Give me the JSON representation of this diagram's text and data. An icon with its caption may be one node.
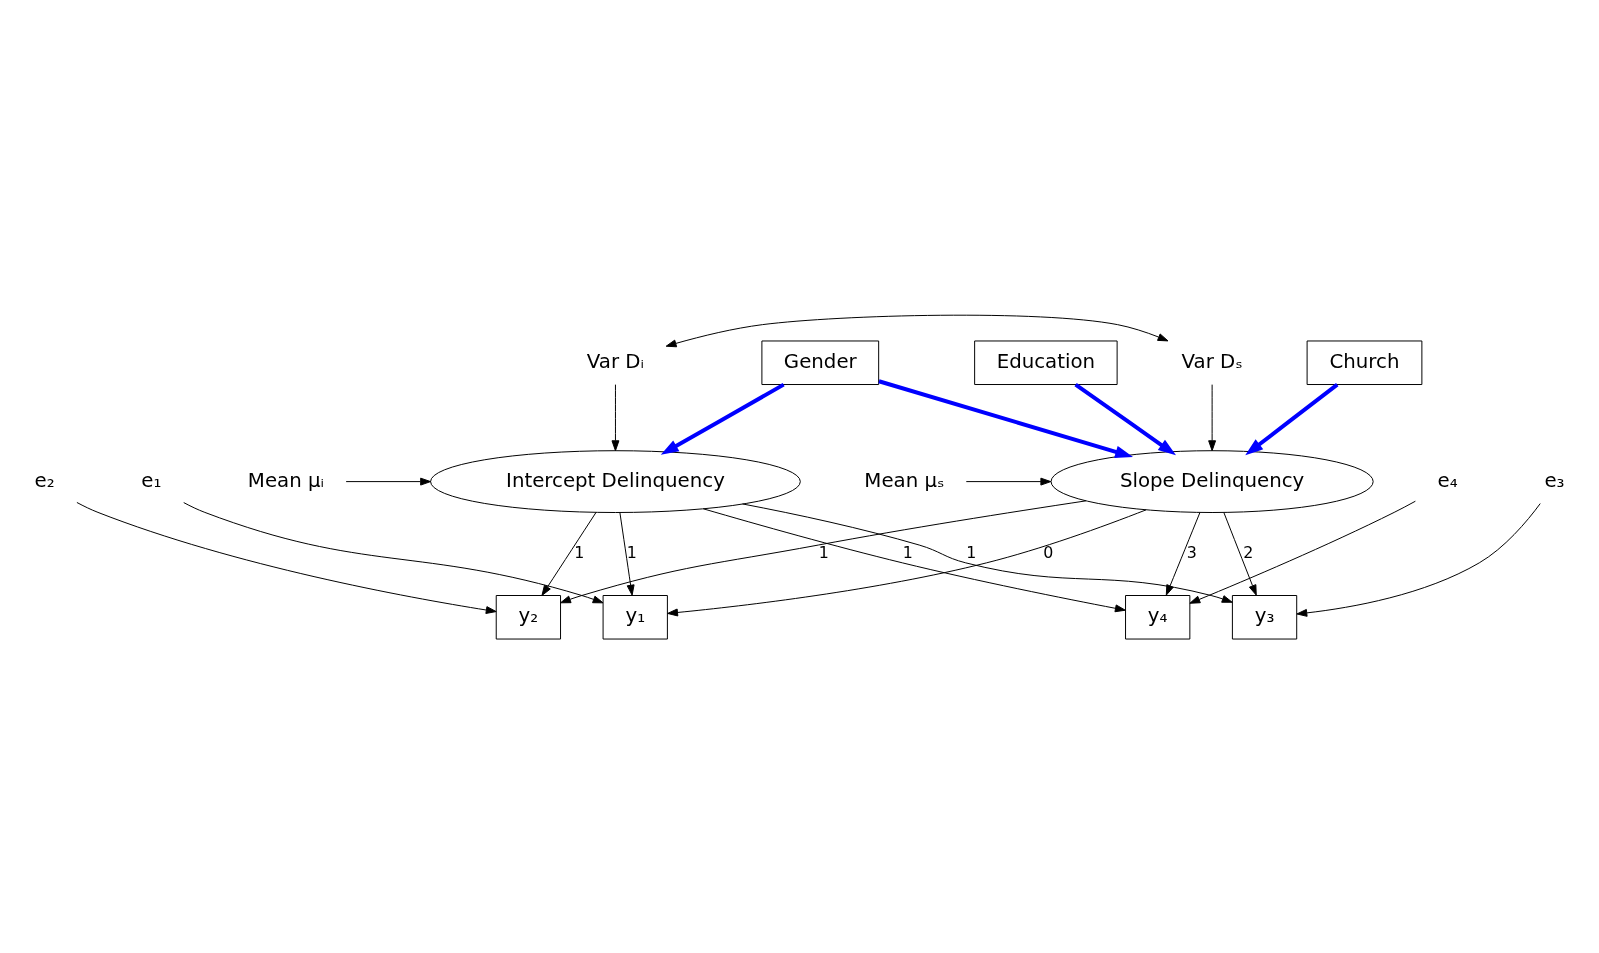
{
  "diagram": {
    "nodes": [
      {
        "text": [
          "Gender"
        ]
      },
      {
        "text": [
          "Church"
        ]
      },
      {
        "text": [
          "Education"
        ]
      },
      {
        "text": [
          "Intercept Delinquency"
        ]
      },
      {
        "text": [
          "Slope Delinquency"
        ]
      },
      {
        "text": [
          "y₁"
        ]
      },
      {
        "text": [
          "y₂"
        ]
      },
      {
        "text": [
          "y₃"
        ]
      },
      {
        "text": [
          "y₄"
        ]
      },
      {
        "text": [
          "e₁"
        ]
      },
      {
        "text": [
          "e₂"
        ]
      },
      {
        "text": [
          "e₃"
        ]
      },
      {
        "text": [
          "e₄"
        ]
      },
      {
        "text": [
          "Var Dᵢ"
        ]
      },
      {
        "text": [
          "Mean μᵢ"
        ]
      },
      {
        "text": [
          "Var Dₛ"
        ]
      },
      {
        "text": [
          "Mean μₛ"
        ]
      }
    ],
    "edges": [
      {
        "from": 0,
        "to": 3,
        "arrow": "to",
        "style": "thick",
        "color": "#0000ff"
      },
      {
        "from": 0,
        "to": 4,
        "arrow": "to",
        "style": "thick",
        "color": "#0000ff"
      },
      {
        "from": 1,
        "to": 4,
        "arrow": "to",
        "style": "thick",
        "color": "#0000ff"
      },
      {
        "from": 2,
        "to": 4,
        "arrow": "to",
        "style": "thick",
        "color": "#0000ff"
      },
      {
        "from": 13,
        "to": 15,
        "arrow": "both"
      },
      {
        "from": 13,
        "to": 3,
        "arrow": "to"
      },
      {
        "from": 14,
        "to": 3,
        "arrow": "to"
      },
      {
        "from": 15,
        "to": 4,
        "arrow": "to"
      },
      {
        "from": 16,
        "to": 4,
        "arrow": "to"
      },
      {
        "from": 3,
        "to": 5,
        "arrow": "to",
        "label": "1"
      },
      {
        "from": 3,
        "to": 6,
        "arrow": "to",
        "label": "1"
      },
      {
        "from": 3,
        "to": 7,
        "arrow": "to",
        "label": "1"
      },
      {
        "from": 3,
        "to": 8,
        "arrow": "to",
        "label": "1"
      },
      {
        "from": 4,
        "to": 5,
        "arrow": "to",
        "label": "0"
      },
      {
        "from": 4,
        "to": 6,
        "arrow": "to",
        "label": "1"
      },
      {
        "from": 4,
        "to": 7,
        "arrow": "to",
        "label": "2"
      },
      {
        "from": 4,
        "to": 8,
        "arrow": "to",
        "label": "3"
      },
      {
        "from": 9,
        "to": 5,
        "arrow": "to"
      },
      {
        "from": 10,
        "to": 6,
        "arrow": "to"
      },
      {
        "from": 11,
        "to": 7,
        "arrow": "to"
      },
      {
        "from": 12,
        "to": 8,
        "arrow": "to"
      }
    ]
  }
}
